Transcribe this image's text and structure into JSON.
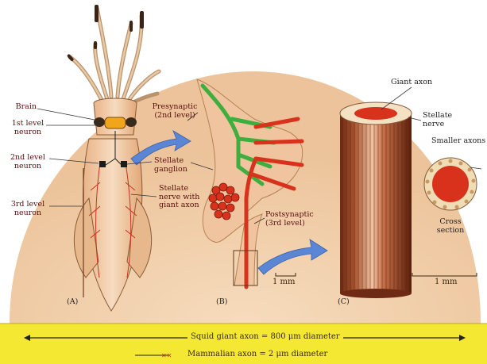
{
  "panels": {
    "a": {
      "tag": "(A)",
      "labels": {
        "brain": "Brain",
        "first_level": "1st level\nneuron",
        "second_level": "2nd level\nneuron",
        "third_level": "3rd level\nneuron",
        "stellate_ganglion": "Stellate\nganglion",
        "stellate_nerve": "Stellate\nnerve with\ngiant axon"
      }
    },
    "b": {
      "tag": "(B)",
      "labels": {
        "presynaptic": "Presynaptic\n(2nd level)",
        "postsynaptic": "Postsynaptic\n(3rd level)"
      },
      "scale": "1 mm"
    },
    "c": {
      "tag": "(C)",
      "labels": {
        "giant_axon": "Giant axon",
        "stellate_nerve": "Stellate\nnerve",
        "smaller_axons": "Smaller axons",
        "cross_section": "Cross\nsection"
      },
      "scale": "1 mm"
    }
  },
  "bottom": {
    "squid": "Squid giant axon = 800 μm diameter",
    "mammal": "Mammalian axon = 2 μm diameter"
  },
  "colors": {
    "background_dome": "#f1cfa8",
    "bottom_band": "#f4e833",
    "giant_axon_red": "#d8321d",
    "presynaptic_green": "#3fae3f",
    "arrow_blue": "#5b86d6"
  }
}
